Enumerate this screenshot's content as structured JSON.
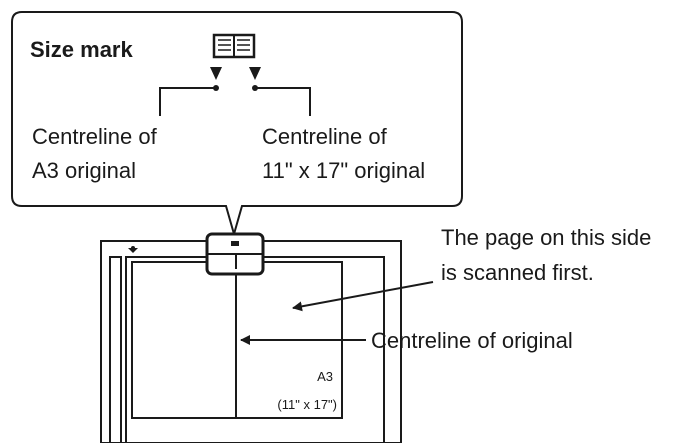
{
  "callout": {
    "title": "Size mark",
    "left_label": {
      "line1": "Centreline of",
      "line2": "A3 original"
    },
    "right_label": {
      "line1": "Centreline of",
      "line2": "11\" x 17\" original"
    }
  },
  "notes": {
    "scan_first_line1": "The page on this side",
    "scan_first_line2": "is scanned first.",
    "centreline": "Centreline of original"
  },
  "paper": {
    "size_line1": "A3",
    "size_line2": "(11\" x 17\")"
  },
  "icons": {
    "size_mark": "open-book-icon"
  }
}
